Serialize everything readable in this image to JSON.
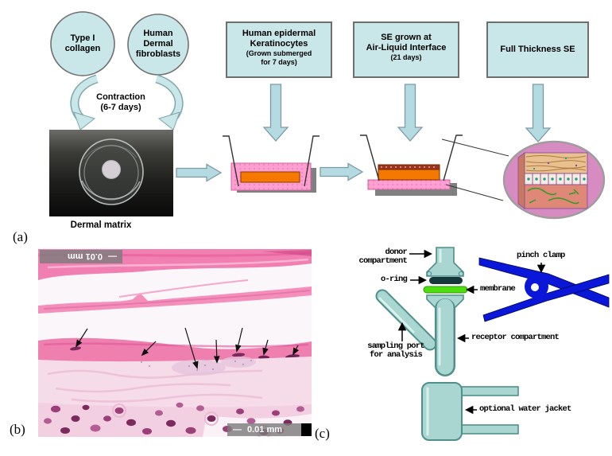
{
  "panel_a": {
    "label": "(a)",
    "circle1_lines": [
      "Type I",
      "collagen"
    ],
    "circle2_lines": [
      "Human",
      "Dermal",
      "fibroblasts"
    ],
    "contraction_lines": [
      "Contraction",
      "(6-7 days)"
    ],
    "box1_lines": [
      "Human epidermal",
      "Keratinocytes"
    ],
    "box1_sub_lines": [
      "(Grown submerged",
      "for 7 days)"
    ],
    "box2_lines": [
      "SE grown at",
      "Air-Liquid Interface"
    ],
    "box2_sub": "(21 days)",
    "box3_label": "Full Thickness SE",
    "photo_caption": "Dermal matrix"
  },
  "panel_b": {
    "label": "(b)",
    "scale_top": "0.01 mm",
    "scale_bottom": "0.01 mm",
    "scale_dash": "—"
  },
  "panel_c": {
    "label": "(c)",
    "donor_lines": [
      "donor",
      "compartment"
    ],
    "oring_label": "o-ring",
    "membrane_label": "membrane",
    "pinch_clamp_label": "pinch clamp",
    "sampling_lines": [
      "sampling port",
      "for analysis"
    ],
    "receptor_label": "receptor compartment",
    "water_jacket_label": "optional water jacket"
  },
  "colors": {
    "shape_fill": "#c9e6e9",
    "arrow_fill": "#b3dbe1",
    "medium_pink": "#ff9fd2",
    "matrix_orange": "#f57900",
    "cornified_brown": "#993322",
    "oval_pink": "#d68cc0",
    "clamp_blue": "#0a16d8",
    "membrane_green": "#4ddd11",
    "oring_dark": "#16383a",
    "glass_teal": "#aad6d2"
  }
}
